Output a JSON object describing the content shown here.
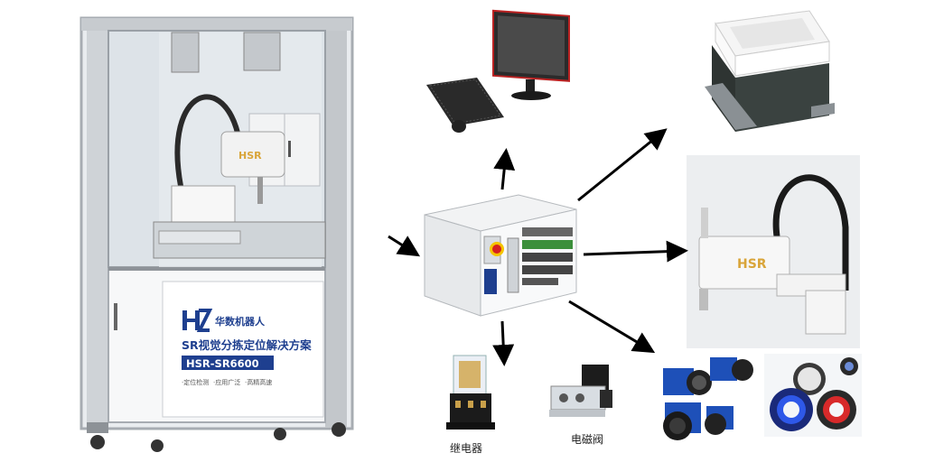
{
  "cabinet": {
    "brand": "华数机器人",
    "title": "SR视觉分拣定位解决方案",
    "model": "HSR-SR6600",
    "features": [
      "·定位检测",
      "·应用广泛",
      "·高精高速"
    ],
    "robot_logo": "HSR"
  },
  "scara_robot": {
    "logo": "HSR"
  },
  "labels": {
    "relay": "继电器",
    "solenoid_valve": "电磁阀"
  },
  "colors": {
    "frame": "#b9bdc2",
    "panel": "#f4f5f6",
    "accent_blue": "#1e3f8f",
    "arrow": "#000000",
    "estop": "#d62020"
  }
}
